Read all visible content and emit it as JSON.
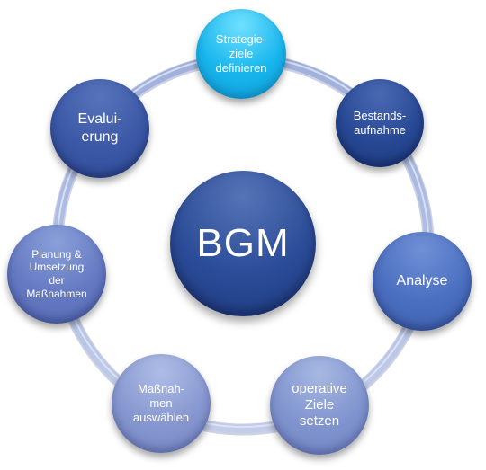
{
  "diagram": {
    "center": {
      "label": "BGM"
    },
    "nodes": [
      {
        "id": "strategie",
        "label": "Strategie-\nziele\ndefinieren"
      },
      {
        "id": "bestand",
        "label": "Bestands-\naufnahme"
      },
      {
        "id": "analyse",
        "label": "Analyse"
      },
      {
        "id": "operativ",
        "label": "operative\nZiele\nsetzen"
      },
      {
        "id": "massnahmen",
        "label": "Maßnah-\nmen\nauswählen"
      },
      {
        "id": "planung",
        "label": "Planung &\nUmsetzung\nder\nMaßnahmen"
      },
      {
        "id": "evaluierung",
        "label": "Evalui-\nerung"
      }
    ]
  },
  "colors": {
    "ring": "#aebbe0",
    "center": "#2b4c98",
    "strategie": "#18b6ee",
    "bestand": "#274894",
    "analyse": "#4b6fc0",
    "operativ": "#8094cf",
    "massnahmen": "#8797d0",
    "planung": "#6479c2",
    "evaluierung": "#3b58a6"
  }
}
